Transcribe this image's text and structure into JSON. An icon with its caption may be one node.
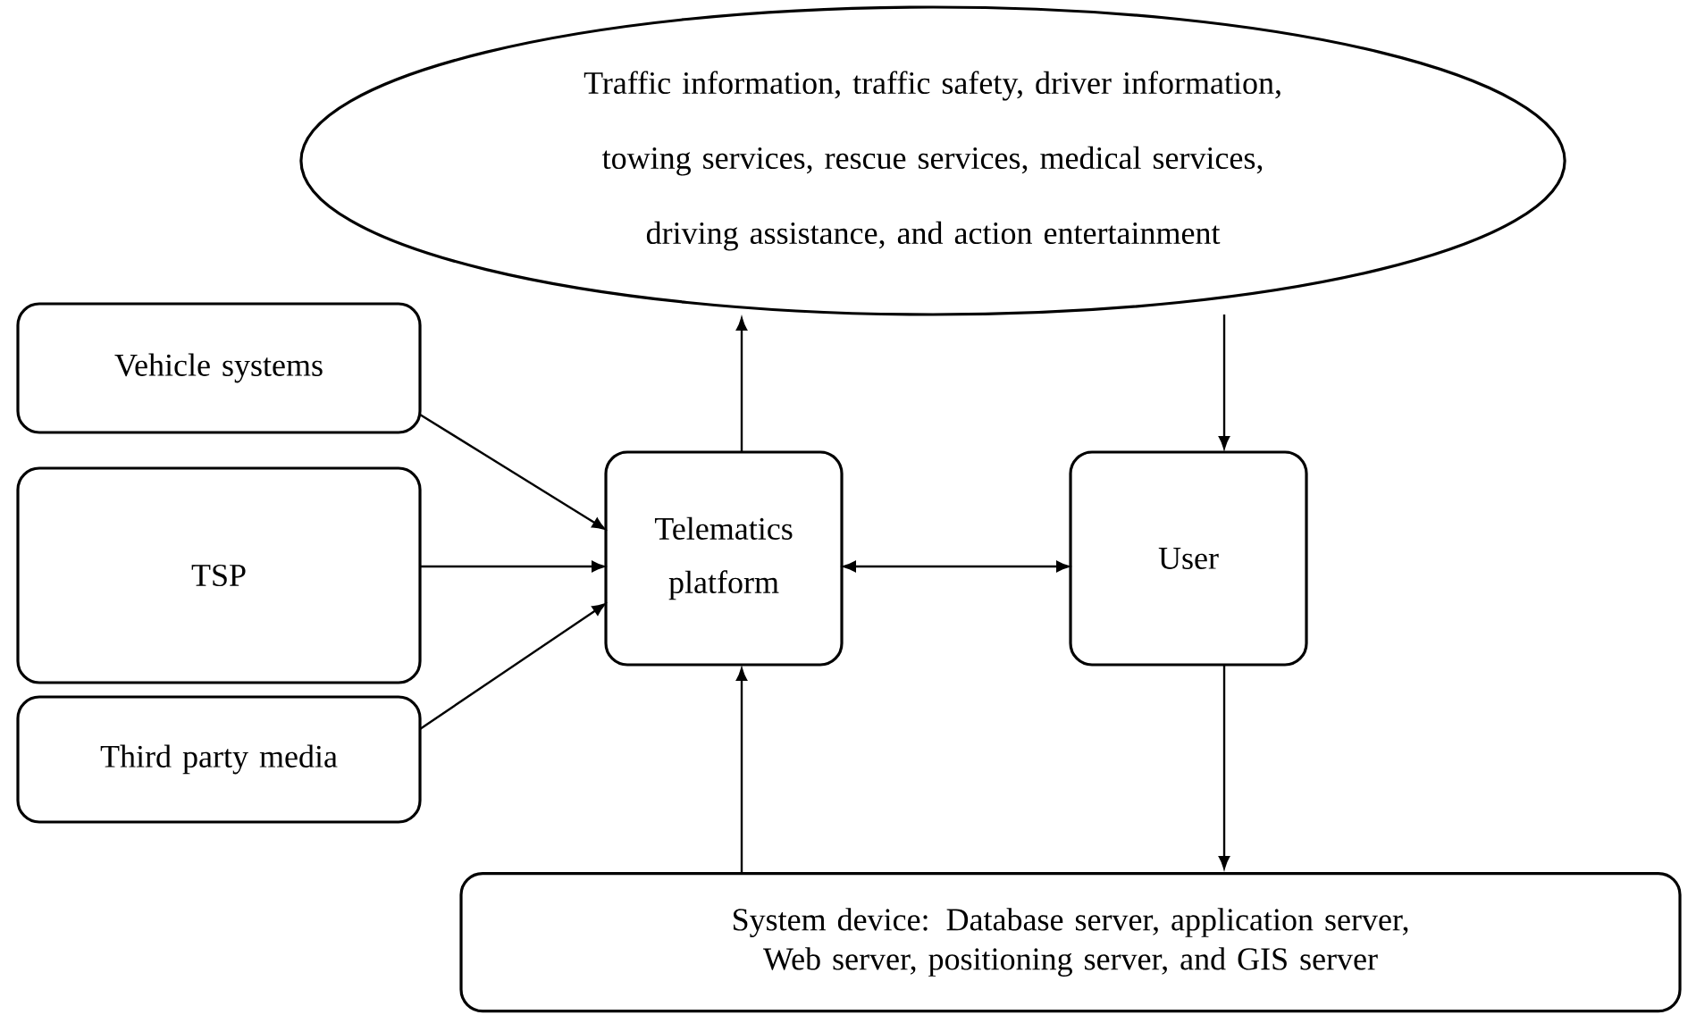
{
  "diagram": {
    "nodes": [
      {
        "text": [
          "Traffic information, traffic safety, driver information, towing services, rescue services, medical services, driving assistance, and action entertainment"
        ]
      },
      {
        "text": [
          "Vehicle systems"
        ]
      },
      {
        "text": [
          "TSP"
        ]
      },
      {
        "text": [
          "Third party media"
        ]
      },
      {
        "text": [
          "Telematics platform"
        ]
      },
      {
        "text": [
          "User"
        ]
      },
      {
        "text": [
          "System device: Database server, application server, Web server, positioning server, and GIS server"
        ]
      }
    ],
    "edges": [
      {
        "from": 1,
        "to": 4,
        "arrow": "to"
      },
      {
        "from": 2,
        "to": 4,
        "arrow": "to"
      },
      {
        "from": 3,
        "to": 4,
        "arrow": "to"
      },
      {
        "from": 4,
        "to": 0,
        "arrow": "to"
      },
      {
        "from": 0,
        "to": 5,
        "arrow": "to"
      },
      {
        "from": 4,
        "to": 5,
        "arrow": "both"
      },
      {
        "from": 5,
        "to": 6,
        "arrow": "to"
      },
      {
        "from": 6,
        "to": 4,
        "arrow": "to"
      }
    ]
  }
}
